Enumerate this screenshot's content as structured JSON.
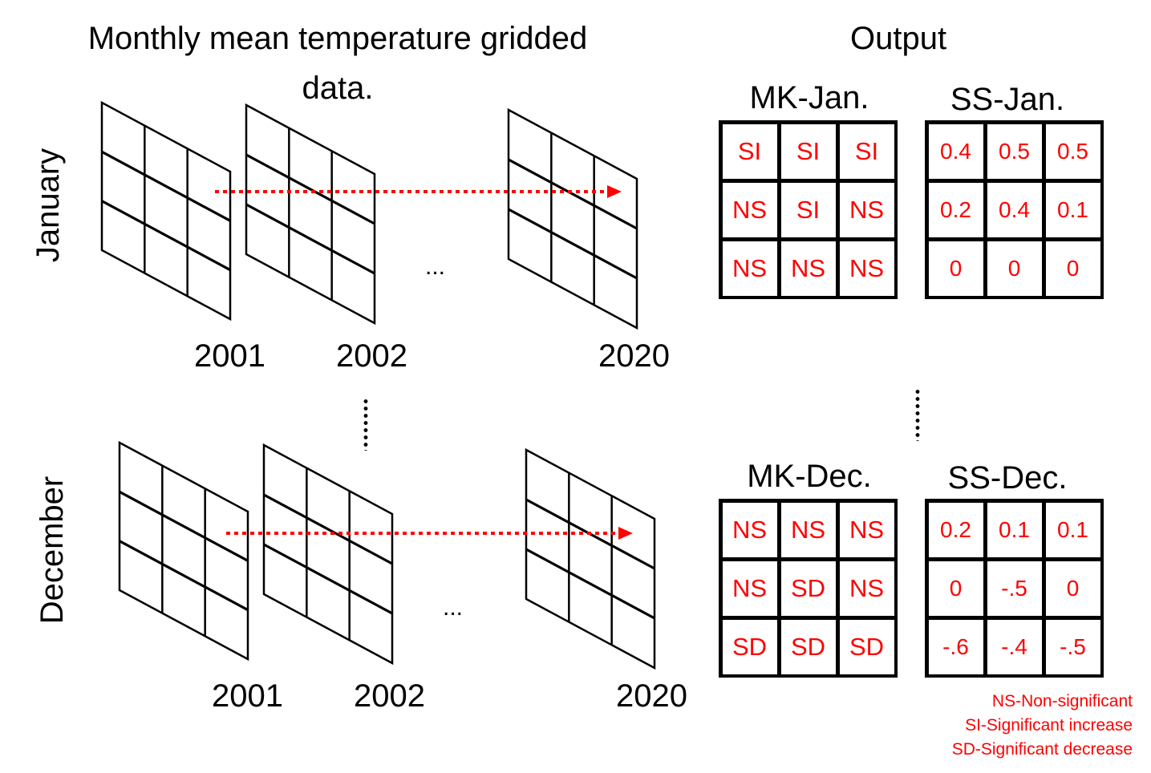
{
  "title": {
    "line1": "Monthly mean temperature gridded",
    "line2": "data."
  },
  "row_labels": {
    "january": "January",
    "december": "December"
  },
  "years": {
    "y1": "2001",
    "y2": "2002",
    "y3": "2020"
  },
  "ellipsis": "...",
  "output_title": "Output",
  "tables": {
    "mk_jan": {
      "title": "MK-Jan.",
      "cells": [
        "SI",
        "SI",
        "SI",
        "NS",
        "SI",
        "NS",
        "NS",
        "NS",
        "NS"
      ]
    },
    "ss_jan": {
      "title": "SS-Jan.",
      "cells": [
        "0.4",
        "0.5",
        "0.5",
        "0.2",
        "0.4",
        "0.1",
        "0",
        "0",
        "0"
      ]
    },
    "mk_dec": {
      "title": "MK-Dec.",
      "cells": [
        "NS",
        "NS",
        "NS",
        "NS",
        "SD",
        "NS",
        "SD",
        "SD",
        "SD"
      ]
    },
    "ss_dec": {
      "title": "SS-Dec.",
      "cells": [
        "0.2",
        "0.1",
        "0.1",
        "0",
        "-.5",
        "0",
        "-.6",
        "-.4",
        "-.5"
      ]
    }
  },
  "legend": {
    "ns": "NS-Non-significant",
    "si": "SI-Significant increase",
    "sd": "SD-Significant decrease"
  },
  "colors": {
    "accent": "#ff0000",
    "line": "#000000"
  }
}
